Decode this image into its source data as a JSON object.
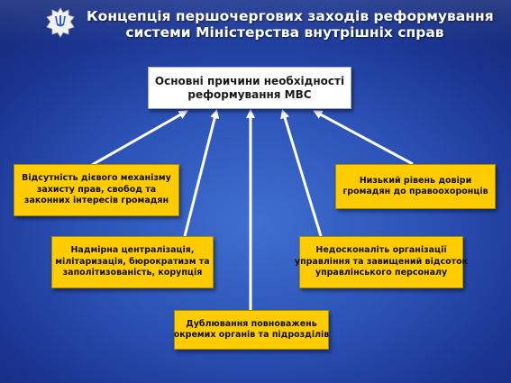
{
  "header": {
    "title_line1": "Концепція першочергових заходів реформування",
    "title_line2": "системи Міністерства внутрішніх справ",
    "emblem_icon": "trident-emblem-icon"
  },
  "main_node": {
    "line1": "Основні причини необхідності",
    "line2": "реформування МВС"
  },
  "causes": [
    {
      "lines": [
        "Відсутність дієвого механізму",
        "захисту прав, свобод та",
        "законних інтересів громадян"
      ]
    },
    {
      "lines": [
        "Надмірна централізація,",
        "мілітаризація, бюрократизм та",
        "заполітизованість, корупція"
      ]
    },
    {
      "lines": [
        "Дублювання повноважень",
        "окремих органів та підрозділів"
      ]
    },
    {
      "lines": [
        "Недосконаліть організації",
        "управління та завищений відсоток",
        "управлінського персоналу"
      ]
    },
    {
      "lines": [
        "Низький рівень довіри",
        "громадян до правоохоронців"
      ]
    }
  ],
  "colors": {
    "background": "#2c52b6",
    "cause_fill": "#ffcc00",
    "main_fill": "#ffffff",
    "arrow": "#ffffff"
  }
}
